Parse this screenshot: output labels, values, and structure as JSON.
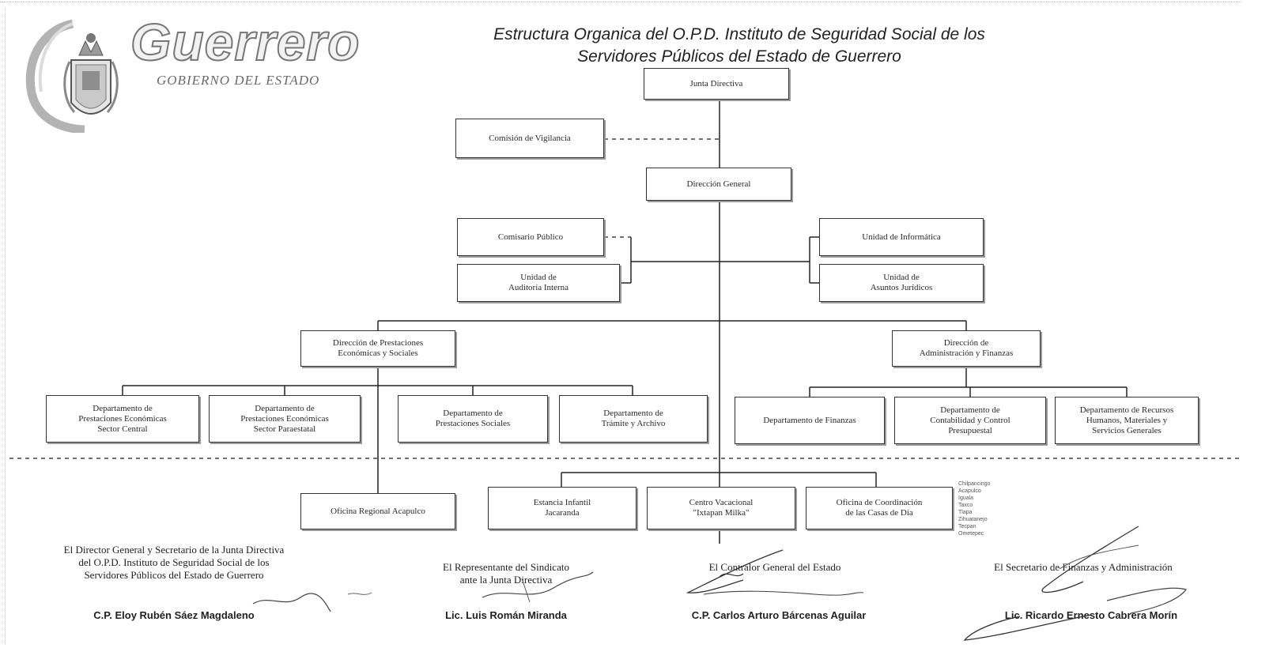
{
  "header": {
    "logo_word": "Guerrero",
    "logo_subtitle": "GOBIERNO DEL ESTADO",
    "title_line1": "Estructura  Organica del O.P.D. Instituto de Seguridad Social de los",
    "title_line2": "Servidores Públicos del Estado de Guerrero"
  },
  "boxes": {
    "junta": "Junta Directiva",
    "comision_vigilancia": "Comisión de Vigilancia",
    "direccion_general": "Dirección General",
    "comisario": "Comisario Público",
    "auditoria": "Unidad de\nAuditoría Interna",
    "informatica": "Unidad de Informática",
    "juridicos": "Unidad de\nAsuntos Jurídicos",
    "dir_prestaciones": "Dirección de Prestaciones\nEconómicas y Sociales",
    "dir_administracion": "Dirección de\nAdministración y Finanzas",
    "dep_prest_central": "Departamento de\nPrestaciones Económicas\nSector Central",
    "dep_prest_paraestatal": "Departamento de\nPrestaciones Económicas\nSector Paraestatal",
    "dep_prest_sociales": "Departamento de\nPrestaciones Sociales",
    "dep_tramite": "Departamento de\nTrámite y Archivo",
    "dep_finanzas": "Departamento de Finanzas",
    "dep_contabilidad": "Departamento de\nContabilidad y Control\nPresupuestal",
    "dep_recursos": "Departamento de Recursos\nHumanos, Materiales y\nServicios Generales",
    "oficina_acapulco": "Oficina Regional Acapulco",
    "estancia": "Estancia Infantil\nJacaranda",
    "centro_vacacional": "Centro Vacacional\n\"Ixtapan Milka\"",
    "oficina_casas": "Oficina de Coordinación\nde las Casas de Día"
  },
  "casas_list": [
    "Chilpancingo",
    "Acapulco",
    "Iguala",
    "Taxco",
    "Tlapa",
    "Zihuatanejo",
    "Tecpan",
    "Ometepec"
  ],
  "signatures": [
    {
      "title": "El Director General y Secretario de la Junta Directiva\ndel O.P.D. Instituto de Seguridad Social de los\nServidores Públicos del Estado de Guerrero",
      "name": "C.P. Eloy Rubén Sáez Magdaleno"
    },
    {
      "title": "El Representante del Sindicato\nante la Junta Directiva",
      "name": "Lic. Luis Román Miranda"
    },
    {
      "title": "El Contralor General del Estado",
      "name": "C.P. Carlos Arturo Bárcenas Aguilar"
    },
    {
      "title": "El Secretario de Finanzas y Administración",
      "name": "Lic. Ricardo Ernesto Cabrera Morín"
    }
  ]
}
